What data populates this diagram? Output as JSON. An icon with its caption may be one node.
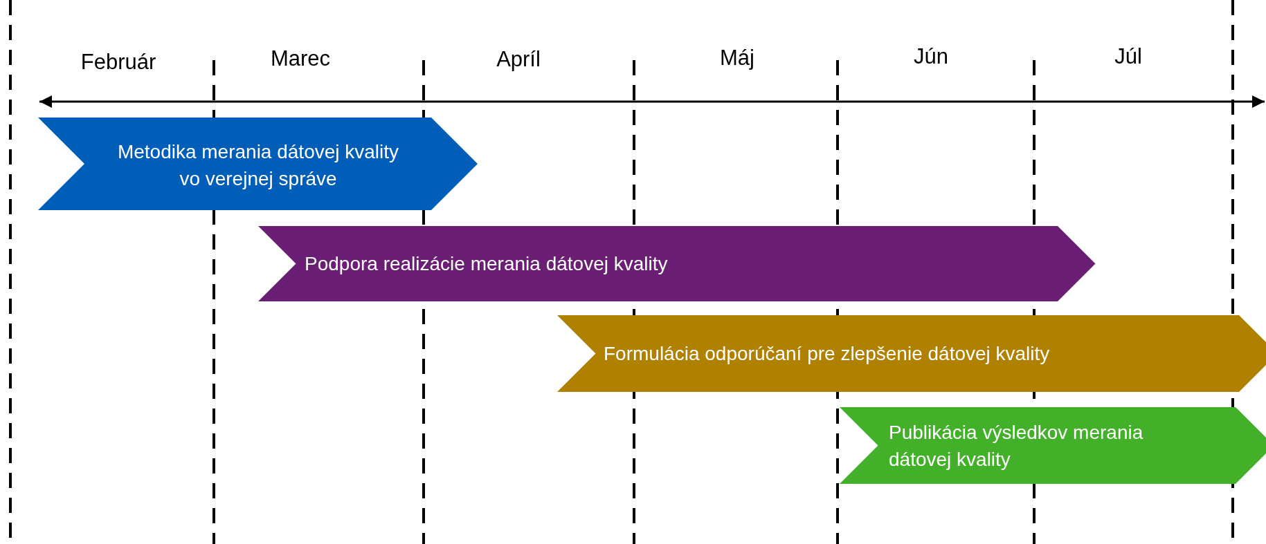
{
  "diagram": {
    "nodes": [
      {
        "text": [
          "Metodika merania dátovej kvality vo verejnej správe"
        ]
      },
      {
        "text": [
          "Podpora realizácie merania dátovej kvality"
        ]
      },
      {
        "text": [
          "Formulácia odporúčaní pre zlepšenie dátovej kvality"
        ]
      },
      {
        "text": [
          "Publikácia výsledkov merania dátovej kvality"
        ]
      }
    ],
    "labels": [
      "Február",
      "Marec",
      "Apríl",
      "Máj",
      "Jún",
      "Júl"
    ]
  }
}
